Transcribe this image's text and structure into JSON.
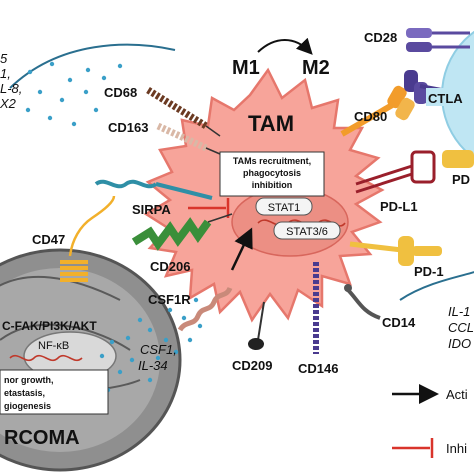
{
  "colors": {
    "tam_fill": "#f7a49a",
    "tam_stroke": "#e6776c",
    "tumor_fill": "#9a9a9a",
    "tcell_fill": "#bfe6f3",
    "activation": "#111111",
    "inhibition": "#d9342b",
    "dots": "#3a9fc8",
    "cd68": "#6b3a22",
    "cd163": "#d9b8a6",
    "sirpa": "#2f8fa6",
    "cd206": "#3a8f3a",
    "cd47": "#f2b02b",
    "cd80": "#f29c2b",
    "ctla": "#4a3b8f",
    "cd28": "#5a4a9f",
    "pdl1": "#9a1f2b",
    "pd1": "#f0c040",
    "cd146": "#4a3b8f",
    "cd14": "#555555",
    "csf1r": "#c98a7a",
    "cd209": "#333333"
  },
  "title_polarization": {
    "m1": "M1",
    "m2": "M2"
  },
  "tam": {
    "label": "TAM",
    "box_text": [
      "TAMs recruitment,",
      "phagocytosis",
      "inhibition"
    ],
    "stat1": "STAT1",
    "stat36": "STAT3/6"
  },
  "left_cytokines": [
    "5",
    "1,",
    "L-8,",
    "X2"
  ],
  "receptors": {
    "cd68": "CD68",
    "cd163": "CD163",
    "sirpa": "SIRPA",
    "cd206": "CD206",
    "cd47": "CD47",
    "csf1r": "CSF1R",
    "cd209": "CD209",
    "cd146": "CD146",
    "cd14": "CD14",
    "cd80": "CD80",
    "cd28": "CD28",
    "ctla": "CTLA",
    "pdl1": "PD-L1",
    "pd1": "PD-1",
    "pd_partial": "PD"
  },
  "ligands": {
    "csf1": "CSF1,",
    "il34": "IL-34"
  },
  "right_cytokines": [
    "IL-1",
    "CCL",
    "IDO"
  ],
  "tumor": {
    "pathway": "C-FAK/PI3K/AKT",
    "nfkb": "NF-κB",
    "outcome": [
      "nor growth,",
      "etastasis,",
      "giogenesis"
    ],
    "label": "RCOMA"
  },
  "legend": {
    "activation": "Acti",
    "inhibition": "Inhi"
  }
}
